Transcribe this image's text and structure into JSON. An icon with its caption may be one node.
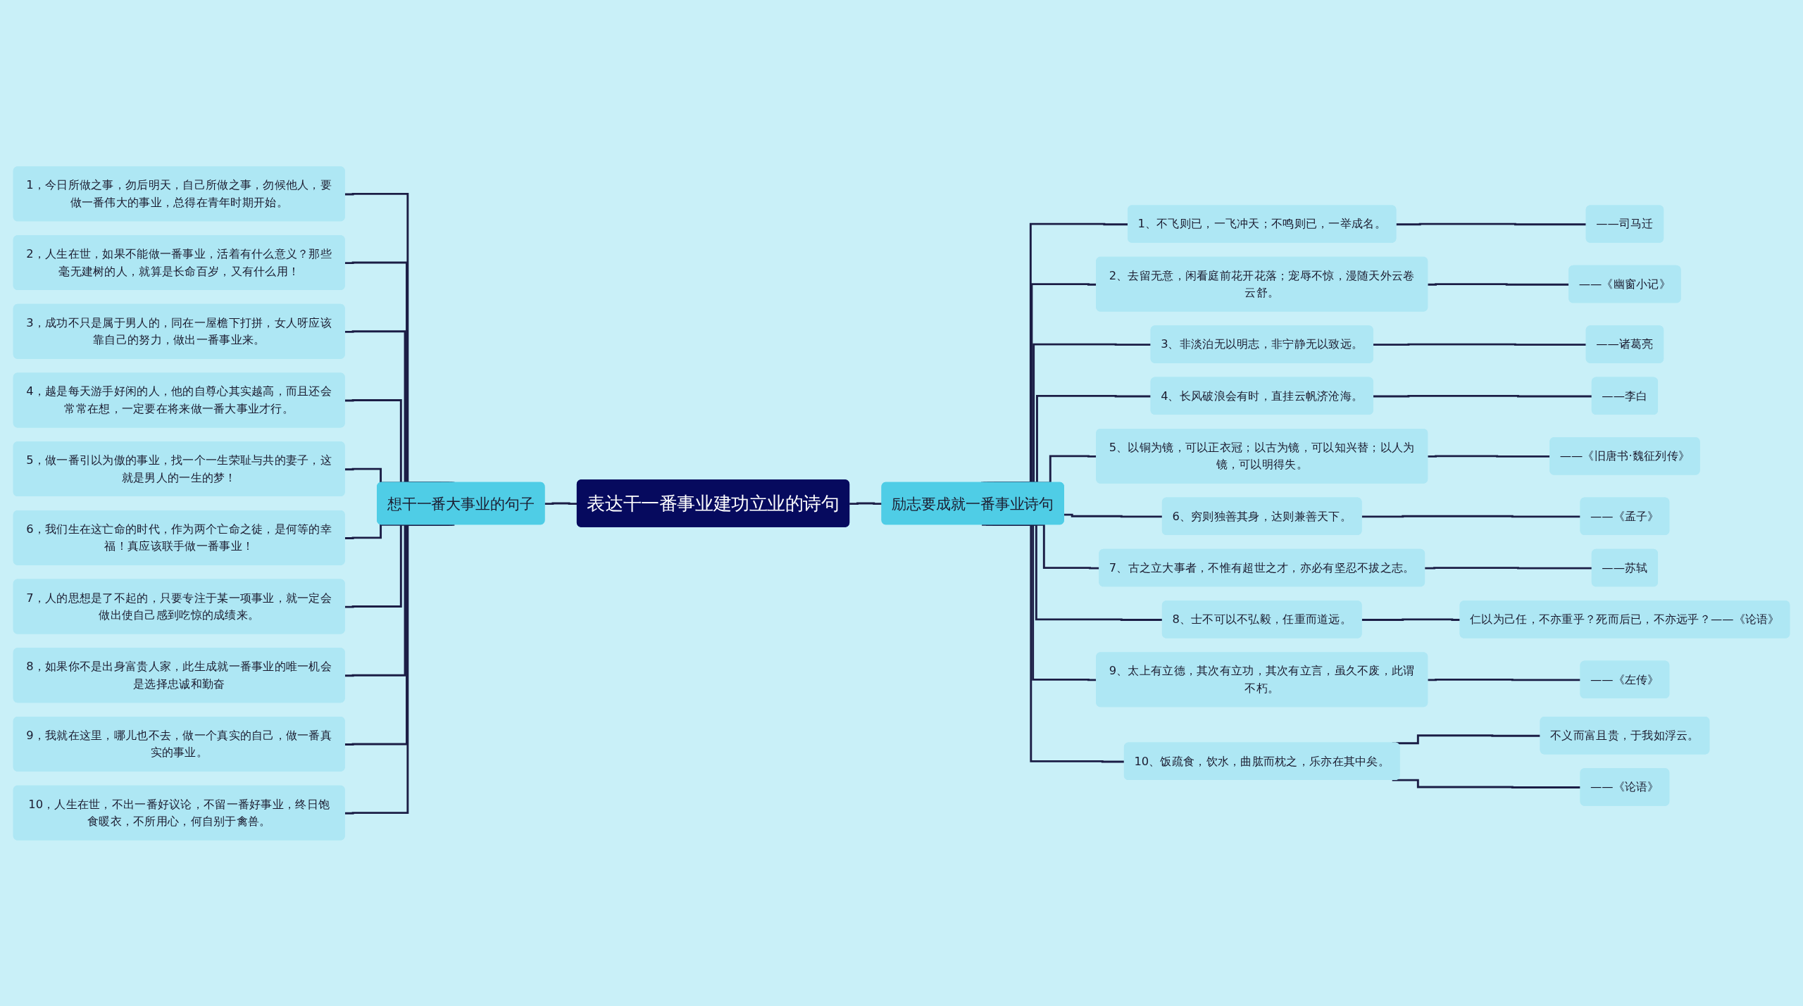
{
  "diagram": {
    "nodes": [
      {
        "text": [
          "表达干一番事业建功立业的诗句"
        ]
      },
      {
        "text": [
          "想干一番大事业的句子"
        ]
      },
      {
        "text": [
          "1，今日所做之事，勿后明天，自己所做之事，勿候他人，要做一番伟大的事业，总得在青年时期开始。"
        ]
      },
      {
        "text": [
          "2，人生在世，如果不能做一番事业，活着有什么意义？那些毫无建树的人，就算是长命百岁，又有什么用！"
        ]
      },
      {
        "text": [
          "3，成功不只是属于男人的，同在一屋檐下打拼，女人呀应该靠自己的努力，做出一番事业来。"
        ]
      },
      {
        "text": [
          "4，越是每天游手好闲的人，他的自尊心其实越高，而且还会常常在想，一定要在将来做一番大事业才行。"
        ]
      },
      {
        "text": [
          "5，做一番引以为傲的事业，找一个一生荣耻与共的妻子，这就是男人的一生的梦！"
        ]
      },
      {
        "text": [
          "6，我们生在这亡命的时代，作为两个亡命之徒，是何等的幸福！真应该联手做一番事业！"
        ]
      },
      {
        "text": [
          "7，人的思想是了不起的，只要专注于某一项事业，就一定会做出使自己感到吃惊的成绩来。"
        ]
      },
      {
        "text": [
          "8，如果你不是出身富贵人家，此生成就一番事业的唯一机会是选择忠诚和勤奋"
        ]
      },
      {
        "text": [
          "9，我就在这里，哪儿也不去，做一个真实的自己，做一番真实的事业。"
        ]
      },
      {
        "text": [
          "10，人生在世，不出一番好议论，不留一番好事业，终日饱食暖衣，不所用心，何自别于禽兽。"
        ]
      },
      {
        "text": [
          "励志要成就一番事业诗句"
        ]
      },
      {
        "text": [
          "1、不飞则已，一飞冲天；不鸣则已，一举成名。"
        ]
      },
      {
        "text": [
          "——司马迁"
        ]
      },
      {
        "text": [
          "2、去留无意，闲看庭前花开花落；宠辱不惊，漫随天外云卷云舒。"
        ]
      },
      {
        "text": [
          "——《幽窗小记》"
        ]
      },
      {
        "text": [
          "3、非淡泊无以明志，非宁静无以致远。"
        ]
      },
      {
        "text": [
          "——诸葛亮"
        ]
      },
      {
        "text": [
          "4、长风破浪会有时，直挂云帆济沧海。"
        ]
      },
      {
        "text": [
          "——李白"
        ]
      },
      {
        "text": [
          "5、以铜为镜，可以正衣冠；以古为镜，可以知兴替；以人为镜，可以明得失。"
        ]
      },
      {
        "text": [
          "——《旧唐书·魏征列传》"
        ]
      },
      {
        "text": [
          "6、穷则独善其身，达则兼善天下。"
        ]
      },
      {
        "text": [
          "——《孟子》"
        ]
      },
      {
        "text": [
          "7、古之立大事者，不惟有超世之才，亦必有坚忍不拔之志。"
        ]
      },
      {
        "text": [
          "——苏轼"
        ]
      },
      {
        "text": [
          "8、士不可以不弘毅，任重而道远。"
        ]
      },
      {
        "text": [
          "仁以为己任，不亦重乎？死而后已，不亦远乎？——《论语》"
        ]
      },
      {
        "text": [
          "9、太上有立德，其次有立功，其次有立言，虽久不废，此谓不朽。"
        ]
      },
      {
        "text": [
          "——《左传》"
        ]
      },
      {
        "text": [
          "10、饭疏食，饮水，曲肱而枕之，乐亦在其中矣。"
        ]
      },
      {
        "text": [
          "不义而富且贵，于我如浮云。"
        ]
      },
      {
        "text": [
          "——《论语》"
        ]
      }
    ],
    "edges": [
      {
        "from": 1,
        "to": 0,
        "arrow": "none"
      },
      {
        "from": 2,
        "to": 1,
        "arrow": "none"
      },
      {
        "from": 3,
        "to": 1,
        "arrow": "none"
      },
      {
        "from": 4,
        "to": 1,
        "arrow": "none"
      },
      {
        "from": 5,
        "to": 1,
        "arrow": "none"
      },
      {
        "from": 6,
        "to": 1,
        "arrow": "none"
      },
      {
        "from": 7,
        "to": 1,
        "arrow": "none"
      },
      {
        "from": 8,
        "to": 1,
        "arrow": "none"
      },
      {
        "from": 9,
        "to": 1,
        "arrow": "none"
      },
      {
        "from": 10,
        "to": 1,
        "arrow": "none"
      },
      {
        "from": 11,
        "to": 1,
        "arrow": "none"
      },
      {
        "from": 0,
        "to": 12,
        "arrow": "none"
      },
      {
        "from": 12,
        "to": 13,
        "arrow": "none"
      },
      {
        "from": 13,
        "to": 14,
        "arrow": "none"
      },
      {
        "from": 12,
        "to": 15,
        "arrow": "none"
      },
      {
        "from": 15,
        "to": 16,
        "arrow": "none"
      },
      {
        "from": 12,
        "to": 17,
        "arrow": "none"
      },
      {
        "from": 17,
        "to": 18,
        "arrow": "none"
      },
      {
        "from": 12,
        "to": 19,
        "arrow": "none"
      },
      {
        "from": 19,
        "to": 20,
        "arrow": "none"
      },
      {
        "from": 12,
        "to": 21,
        "arrow": "none"
      },
      {
        "from": 21,
        "to": 22,
        "arrow": "none"
      },
      {
        "from": 12,
        "to": 23,
        "arrow": "none"
      },
      {
        "from": 23,
        "to": 24,
        "arrow": "none"
      },
      {
        "from": 12,
        "to": 25,
        "arrow": "none"
      },
      {
        "from": 25,
        "to": 26,
        "arrow": "none"
      },
      {
        "from": 12,
        "to": 27,
        "arrow": "none"
      },
      {
        "from": 27,
        "to": 28,
        "arrow": "none"
      },
      {
        "from": 12,
        "to": 29,
        "arrow": "none"
      },
      {
        "from": 29,
        "to": 30,
        "arrow": "none"
      },
      {
        "from": 12,
        "to": 31,
        "arrow": "none"
      },
      {
        "from": 31,
        "to": 32,
        "arrow": "none"
      },
      {
        "from": 31,
        "to": 33,
        "arrow": "none"
      }
    ]
  }
}
